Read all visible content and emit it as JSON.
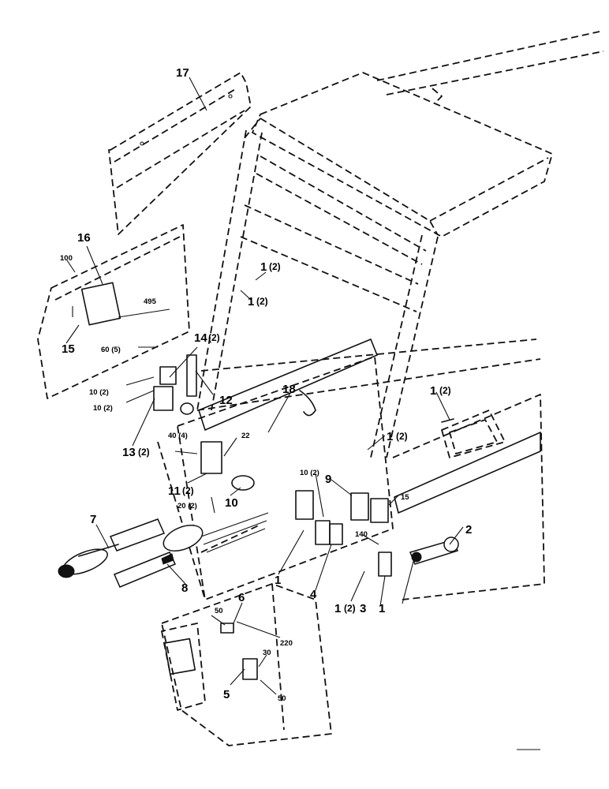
{
  "callouts": {
    "c17": "17",
    "c16": "16",
    "c100": "100",
    "c495": "495",
    "c15a": "15",
    "c14": "14",
    "c14q": "(2)",
    "c60": "60 (5)",
    "c10a": "10 (2)",
    "c10b": "10 (2)",
    "c12": "12",
    "c13": "13",
    "c13q": "(2)",
    "c18": "18",
    "c40": "40 (4)",
    "c22": "22",
    "c11": "11",
    "c11q": "(2)",
    "c20": "20 (2)",
    "c10c": "10",
    "c10d": "10 (2)",
    "c1a": "1",
    "c1aq": "(2)",
    "c1b": "1",
    "c1bq": "(2)",
    "c1c": "1",
    "c1cq": "(2)",
    "c1d": "1",
    "c1dq": "(2)",
    "c9": "9",
    "c15b": "15",
    "c2": "2",
    "c140": "140",
    "c1e": "1",
    "c4": "4",
    "c1f": "1",
    "c1fq": "(2)",
    "c3": "3",
    "c1g": "1",
    "c7": "7",
    "c8": "8",
    "c6": "6",
    "c50a": "50",
    "c220": "220",
    "c30": "30",
    "c5": "5",
    "c50b": "50"
  }
}
